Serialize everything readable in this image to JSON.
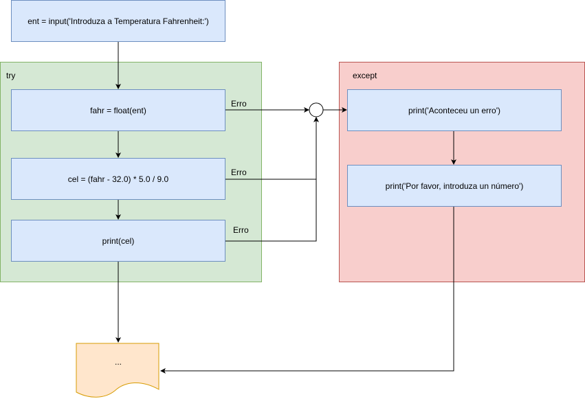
{
  "nodes": {
    "input": "ent = input('Introduza a Temperatura Fahrenheit:')",
    "fahr": "fahr = float(ent)",
    "cel": "cel = (fahr - 32.0) * 5.0 / 9.0",
    "print_cel": "print(cel)",
    "print_erro": "print('Aconteceu un erro')",
    "print_favor": "print('Por favor, introduza un número')",
    "ellipsis": "..."
  },
  "regions": {
    "try": "try",
    "except": "except"
  },
  "edge_labels": {
    "erro_1": "Erro",
    "erro_2": "Erro",
    "erro_3": "Erro"
  },
  "colors": {
    "node_fill": "#dae8fc",
    "node_stroke": "#6c8ebf",
    "try_fill": "#d5e8d4",
    "try_stroke": "#82b366",
    "except_fill": "#f8cecc",
    "except_stroke": "#b85450",
    "document_fill": "#ffe6cc",
    "document_stroke": "#d79b00"
  }
}
